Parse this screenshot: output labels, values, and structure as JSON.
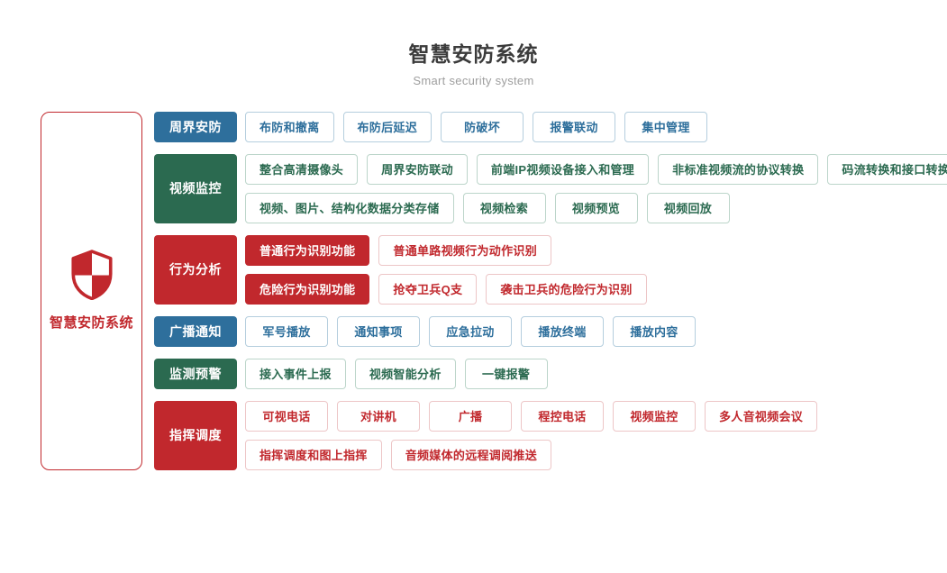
{
  "header": {
    "title": "智慧安防系统",
    "subtitle": "Smart security system"
  },
  "root": {
    "label": "智慧安防系统",
    "icon": "shield-checker-icon"
  },
  "theme_colors": {
    "blue": {
      "main": "#2e6f9c",
      "border": "#b5cede"
    },
    "green": {
      "main": "#2b6a50",
      "border": "#bcd5ca"
    },
    "red": {
      "main": "#c1282d",
      "border": "#edc6c7"
    }
  },
  "text_colors": {
    "title": "#3b3b3b",
    "subtitle": "#9e9e9e"
  },
  "categories": [
    {
      "label": "周界安防",
      "theme": "blue",
      "lines": [
        [
          {
            "label": "布防和撤离",
            "filled": false
          },
          {
            "label": "布防后延迟",
            "filled": false
          },
          {
            "label": "防破坏",
            "filled": false
          },
          {
            "label": "报警联动",
            "filled": false
          },
          {
            "label": "集中管理",
            "filled": false
          }
        ]
      ]
    },
    {
      "label": "视频监控",
      "theme": "green",
      "lines": [
        [
          {
            "label": "整合高清摄像头",
            "filled": false
          },
          {
            "label": "周界安防联动",
            "filled": false
          },
          {
            "label": "前端IP视频设备接入和管理",
            "filled": false
          },
          {
            "label": "非标准视频流的协议转换",
            "filled": false
          },
          {
            "label": "码流转换和接口转换",
            "filled": false
          }
        ],
        [
          {
            "label": "视频、图片、结构化数据分类存储",
            "filled": false
          },
          {
            "label": "视频检索",
            "filled": false
          },
          {
            "label": "视频预览",
            "filled": false
          },
          {
            "label": "视频回放",
            "filled": false
          }
        ]
      ]
    },
    {
      "label": "行为分析",
      "theme": "red",
      "lines": [
        [
          {
            "label": "普通行为识别功能",
            "filled": true
          },
          {
            "label": "普通单路视频行为动作识别",
            "filled": false
          }
        ],
        [
          {
            "label": "危险行为识别功能",
            "filled": true
          },
          {
            "label": "抢夺卫兵Q支",
            "filled": false
          },
          {
            "label": "袭击卫兵的危险行为识别",
            "filled": false
          }
        ]
      ]
    },
    {
      "label": "广播通知",
      "theme": "blue",
      "lines": [
        [
          {
            "label": "军号播放",
            "filled": false
          },
          {
            "label": "通知事项",
            "filled": false
          },
          {
            "label": "应急拉动",
            "filled": false
          },
          {
            "label": "播放终端",
            "filled": false
          },
          {
            "label": "播放内容",
            "filled": false
          }
        ]
      ]
    },
    {
      "label": "监测预警",
      "theme": "green",
      "lines": [
        [
          {
            "label": "接入事件上报",
            "filled": false
          },
          {
            "label": "视频智能分析",
            "filled": false
          },
          {
            "label": "一键报警",
            "filled": false
          }
        ]
      ]
    },
    {
      "label": "指挥调度",
      "theme": "red",
      "lines": [
        [
          {
            "label": "可视电话",
            "filled": false
          },
          {
            "label": "对讲机",
            "filled": false
          },
          {
            "label": "广播",
            "filled": false
          },
          {
            "label": "程控电话",
            "filled": false
          },
          {
            "label": "视频监控",
            "filled": false
          },
          {
            "label": "多人音视频会议",
            "filled": false
          }
        ],
        [
          {
            "label": "指挥调度和图上指挥",
            "filled": false
          },
          {
            "label": "音频媒体的远程调阅推送",
            "filled": false
          }
        ]
      ]
    }
  ]
}
